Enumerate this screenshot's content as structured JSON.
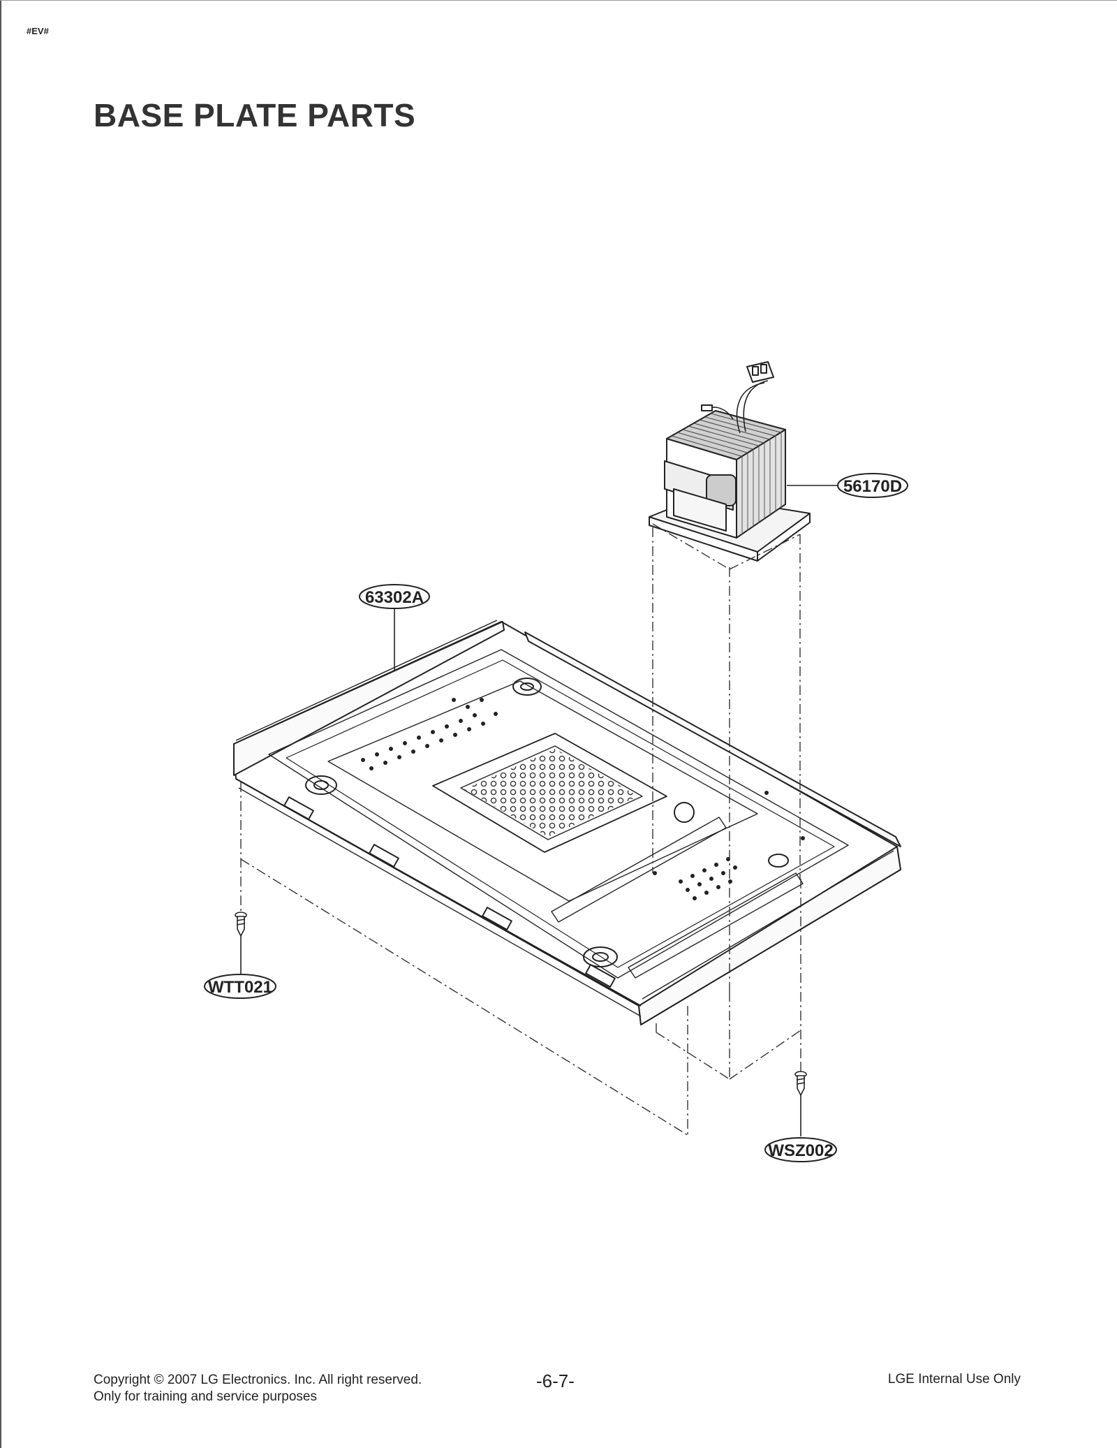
{
  "header": {
    "tag": "#EV#",
    "title": "BASE PLATE PARTS"
  },
  "diagram": {
    "callouts": [
      {
        "id": "base-plate",
        "label": "63302A"
      },
      {
        "id": "transformer",
        "label": "56170D"
      },
      {
        "id": "screw-left",
        "label": "WTT021"
      },
      {
        "id": "screw-right",
        "label": "WSZ002"
      }
    ]
  },
  "footer": {
    "copyright": "Copyright © 2007 LG Electronics. Inc. All right reserved.",
    "purpose": "Only for training and service purposes",
    "page_number": "-6-7-",
    "internal": "LGE Internal Use Only"
  }
}
